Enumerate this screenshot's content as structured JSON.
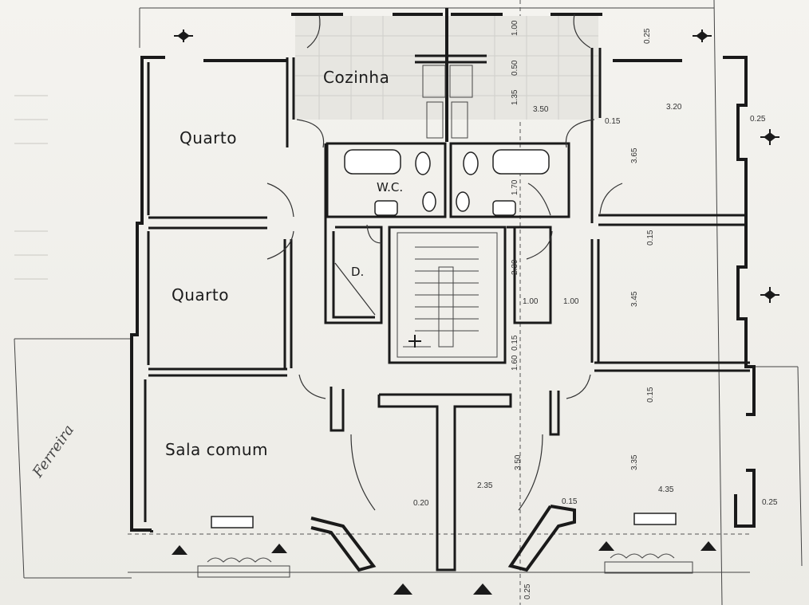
{
  "rooms": {
    "cozinha": "Cozinha",
    "quarto_top": "Quarto",
    "quarto_mid": "Quarto",
    "sala": "Sala comum",
    "wc": "W.C.",
    "despensa": "D."
  },
  "dimensions": {
    "d_025_top": "0.25",
    "d_100": "1.00",
    "d_050": "0.50",
    "d_350_top": "3.50",
    "d_320": "3.20",
    "d_015_a": "0.15",
    "d_025_right": "0.25",
    "d_365": "3.65",
    "d_170": "1.70",
    "d_015_b": "0.15",
    "d_230": "2.30",
    "d_100_b": "1.00",
    "d_100_c": "1.00",
    "d_345": "3.45",
    "d_015_c": "0.15",
    "d_160": "1.60",
    "d_015_d": "0.15",
    "d_335": "3.35",
    "d_350_bottom": "3.50",
    "d_235": "2.35",
    "d_435": "4.35",
    "d_020": "0.20",
    "d_015_e": "0.15",
    "d_025_bottom_right": "0.25",
    "d_025_bottom": "0.25",
    "d_135": "1.35"
  },
  "signature": "Ferreira"
}
